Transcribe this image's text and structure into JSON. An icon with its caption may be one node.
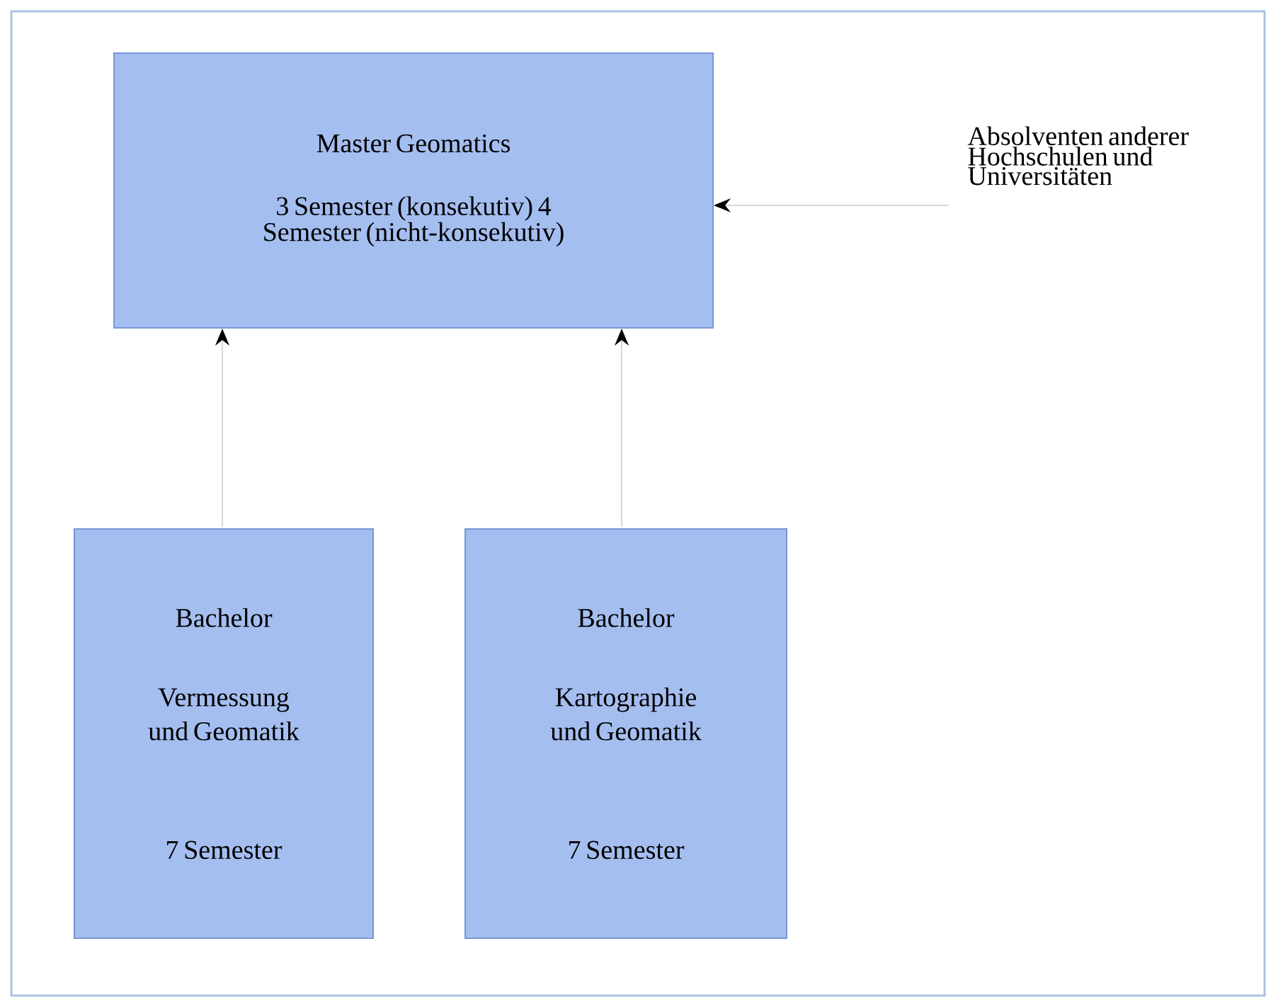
{
  "diagram": {
    "nodes": [
      {
        "text": [
          "Master Geomatics",
          "3 Semester (konsekutiv) 4 Semester (nicht-konsekutiv)"
        ]
      },
      {
        "text": [
          "Bachelor",
          "Vermessung und Geomatik",
          "7 Semester"
        ]
      },
      {
        "text": [
          "Bachelor",
          "Kartographie und Geomatik",
          "7 Semester"
        ]
      },
      {
        "text": [
          "Absolventen anderer Hochschulen und Universitäten"
        ]
      }
    ],
    "edges": [
      {
        "from": 1,
        "to": 0,
        "arrow": "to"
      },
      {
        "from": 2,
        "to": 0,
        "arrow": "to"
      },
      {
        "from": 3,
        "to": 0,
        "arrow": "to"
      }
    ]
  }
}
